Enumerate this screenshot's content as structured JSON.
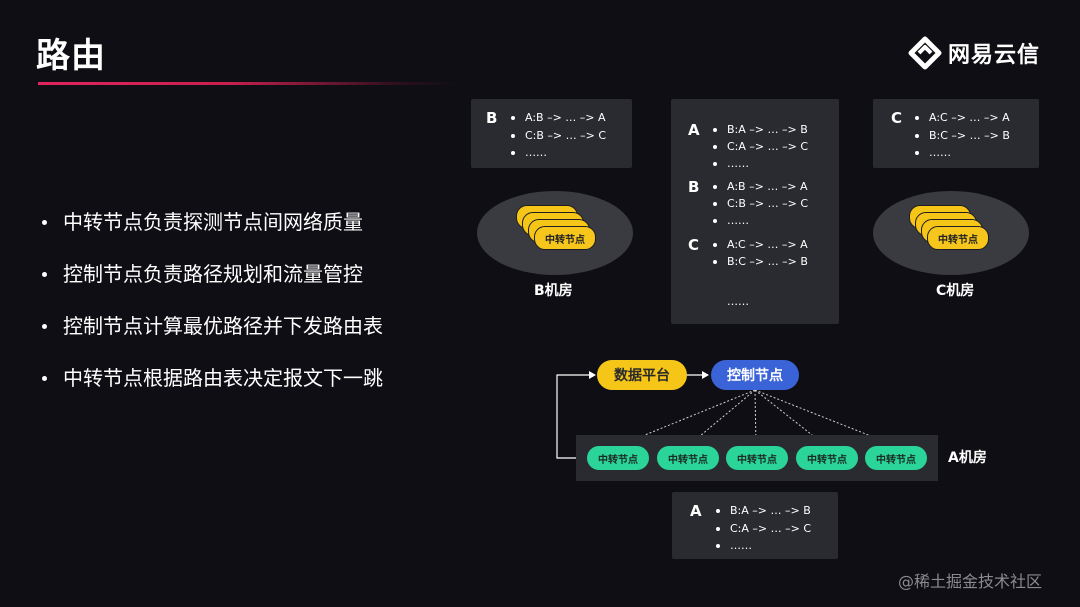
{
  "slide": {
    "title": "路由"
  },
  "logo": {
    "text": "网易云信",
    "icon": "netease-yunxin-logo-icon"
  },
  "bullets": [
    "中转节点负责探测节点间网络质量",
    "控制节点负责路径规划和流量管控",
    "控制节点计算最优路径并下发路由表",
    "中转节点根据路由表决定报文下一跳"
  ],
  "route_tables": {
    "b_room": {
      "key": "B",
      "lines": [
        "A:B –> … –> A",
        "C:B –> … –> C",
        "……"
      ]
    },
    "center": {
      "groups": [
        {
          "key": "A",
          "lines": [
            "B:A –> … –> B",
            "C:A –> … –> C",
            "……"
          ]
        },
        {
          "key": "B",
          "lines": [
            "A:B –> … –> A",
            "C:B –> … –> C",
            "……"
          ]
        },
        {
          "key": "C",
          "lines": [
            "A:C –> … –> A",
            "B:C –> … –> B",
            "……"
          ]
        }
      ]
    },
    "c_room": {
      "key": "C",
      "lines": [
        "A:C –> … –> A",
        "B:C –> … –> B",
        "……"
      ]
    },
    "a_room": {
      "key": "A",
      "lines": [
        "B:A –> … –> B",
        "C:A –> … –> C",
        "……"
      ]
    }
  },
  "rooms": {
    "b": {
      "label": "B机房",
      "chip_label": "中转节点"
    },
    "c": {
      "label": "C机房",
      "chip_label": "中转节点"
    },
    "a": {
      "label": "A机房"
    }
  },
  "nodes": {
    "data_platform": "数据平台",
    "control_node": "控制节点",
    "relays": [
      "中转节点",
      "中转节点",
      "中转节点",
      "中转节点",
      "中转节点"
    ]
  },
  "colors": {
    "background": "#0f0e14",
    "accent_line": "#e0245e",
    "box": "#2a2b30",
    "yellow": "#f5c518",
    "blue": "#3a63d8",
    "green": "#2bd59a"
  },
  "watermark": "@稀土掘金技术社区"
}
